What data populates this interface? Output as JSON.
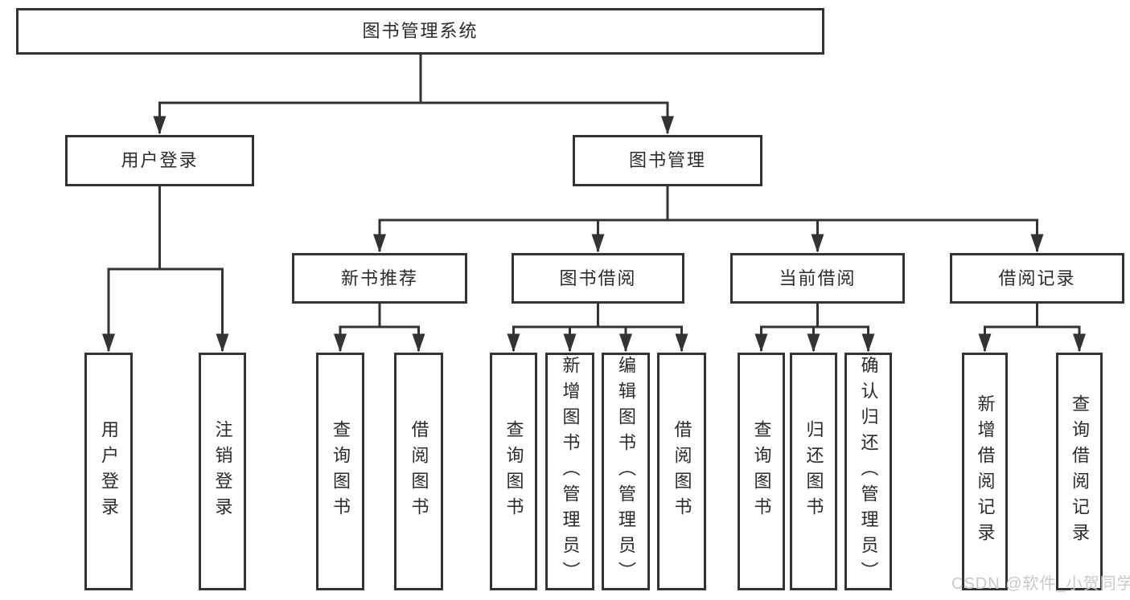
{
  "diagram": {
    "root": "图书管理系统",
    "level1": [
      "用户登录",
      "图书管理"
    ],
    "level2": [
      "新书推荐",
      "图书借阅",
      "当前借阅",
      "借阅记录"
    ],
    "leaves": {
      "userLogin": [
        "用户登录",
        "注销登录"
      ],
      "newBookRecommend": [
        "查询图书",
        "借阅图书"
      ],
      "bookBorrow": [
        "查询图书",
        "新增图书（管理员）",
        "编辑图书（管理员）",
        "借阅图书"
      ],
      "currentBorrow": [
        "查询图书",
        "归还图书",
        "确认归还（管理员）"
      ],
      "borrowRecords": [
        "新增借阅记录",
        "查询借阅记录"
      ]
    }
  },
  "watermark": "CSDN @软件_小贺同学",
  "colors": {
    "line": "#333333",
    "text": "#2b2b2b",
    "watermark": "#c9c8ce",
    "background": "#ffffff"
  }
}
